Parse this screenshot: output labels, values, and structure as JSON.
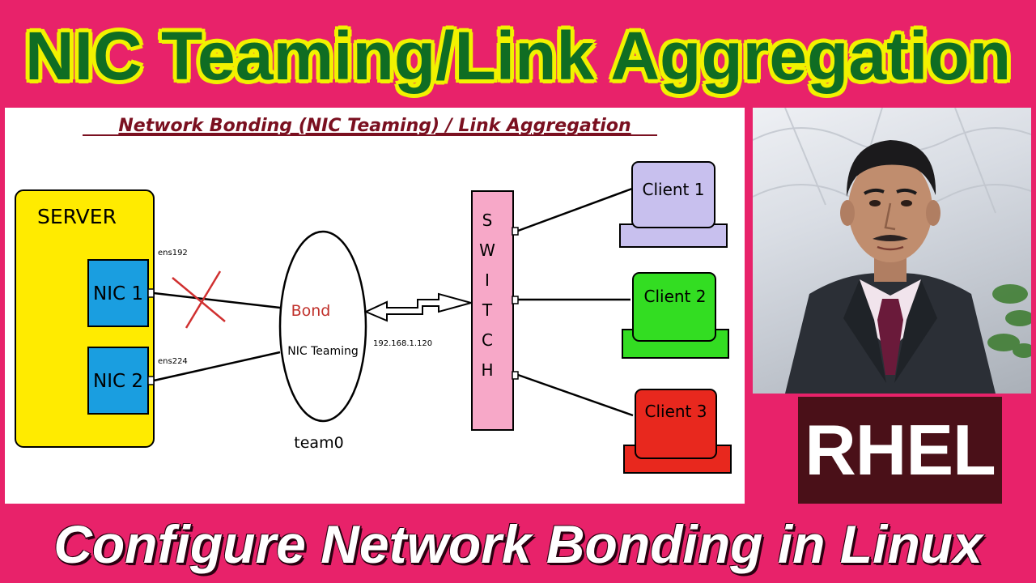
{
  "banner": {
    "title": "NIC Teaming/Link Aggregation"
  },
  "diagram": {
    "heading": "Network Bonding (NIC Teaming) / Link Aggregation",
    "server_label": "SERVER",
    "nic1_label": "NIC 1",
    "nic2_label": "NIC 2",
    "nic1_interface": "ens192",
    "nic2_interface": "ens224",
    "bond_label": "Bond",
    "teaming_label": "NIC Teaming",
    "team_name": "team0",
    "ip_address": "192.168.1.120",
    "switch_letters": [
      "S",
      "W",
      "I",
      "T",
      "C",
      "H"
    ],
    "clients": [
      {
        "label": "Client 1",
        "color": "#c8c0ee"
      },
      {
        "label": "Client 2",
        "color": "#33dd22"
      },
      {
        "label": "Client 3",
        "color": "#e8281e"
      }
    ],
    "colors": {
      "server": "#ffeb00",
      "nic": "#1a9ee0",
      "switch": "#f7a8c8",
      "heading": "#7a1020",
      "bond_text": "#c0302a",
      "failure_cross": "#d03030"
    }
  },
  "badge": {
    "label": "RHEL"
  },
  "footer": {
    "title": "Configure Network Bonding in Linux"
  }
}
